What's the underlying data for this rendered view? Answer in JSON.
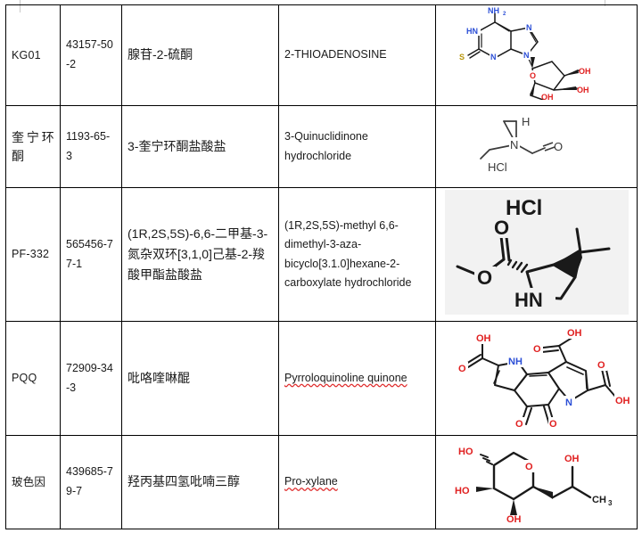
{
  "document": {
    "title": "Compound reference table",
    "margin_tick_color": "#c9c9c9",
    "border_color": "#000000",
    "text_color": "#1a1a1a",
    "spellcheck_underline_color": "#e03030"
  },
  "colors": {
    "nitrogen": "#2b4ed6",
    "oxygen": "#e02020",
    "sulfur": "#b8960b",
    "carbon": "#1a1a1a",
    "structure_bg_gray": "#f2f2f2"
  },
  "table": {
    "columns": [
      "abbreviation",
      "cas_number",
      "chinese_name",
      "english_name",
      "structure"
    ],
    "rows": [
      {
        "abbreviation": "KG01",
        "abbreviation_justified": false,
        "cas_number": "43157-50-2",
        "chinese_name": "腺苷-2-硫酮",
        "english_name": "2-THIOADENOSINE",
        "english_spellcheck": false,
        "structure": {
          "name": "2-thioadenosine-structure",
          "labels": [
            "NH2",
            "HN",
            "N",
            "S",
            "O",
            "OH",
            "OH",
            "OH"
          ],
          "has_hcl": false,
          "background": "white"
        }
      },
      {
        "abbreviation": "奎宁环酮",
        "abbreviation_justified": true,
        "cas_number": "1193-65-3",
        "chinese_name": "3-奎宁环酮盐酸盐",
        "english_name": "3-Quinuclidinone hydrochloride",
        "english_spellcheck": false,
        "structure": {
          "name": "quinuclidinone-hydrochloride-structure",
          "labels": [
            "H",
            "N",
            "O",
            "HCl"
          ],
          "has_hcl": true,
          "background": "white"
        }
      },
      {
        "abbreviation": "PF-332",
        "abbreviation_justified": false,
        "cas_number": "565456-77-1",
        "chinese_name": "(1R,2S,5S)-6,6-二甲基-3-氮杂双环[3,1,0]己基-2-羧酸甲酯盐酸盐",
        "english_name": "(1R,2S,5S)-methyl 6,6-dimethyl-3-aza-bicyclo[3.1.0]hexane-2-carboxylate hydrochloride",
        "english_spellcheck": false,
        "structure": {
          "name": "pf-332-structure",
          "labels": [
            "HCl",
            "O",
            "O",
            "HN"
          ],
          "has_hcl": true,
          "background": "gray"
        }
      },
      {
        "abbreviation": "PQQ",
        "abbreviation_justified": false,
        "cas_number": "72909-34-3",
        "chinese_name": "吡咯喹啉醌",
        "english_name": "Pyrroloquinoline quinone",
        "english_spellcheck": true,
        "structure": {
          "name": "pqq-structure",
          "labels": [
            "OH",
            "OH",
            "OH",
            "O",
            "O",
            "O",
            "O",
            "O",
            "NH",
            "N"
          ],
          "has_hcl": false,
          "background": "white"
        }
      },
      {
        "abbreviation": "玻色因",
        "abbreviation_justified": false,
        "cas_number": "439685-79-7",
        "chinese_name": "羟丙基四氢吡喃三醇",
        "english_name": "Pro-xylane",
        "english_spellcheck": true,
        "structure": {
          "name": "pro-xylane-structure",
          "labels": [
            "HO",
            "HO",
            "OH",
            "OH",
            "O",
            "CH3"
          ],
          "has_hcl": false,
          "background": "white"
        }
      }
    ]
  }
}
